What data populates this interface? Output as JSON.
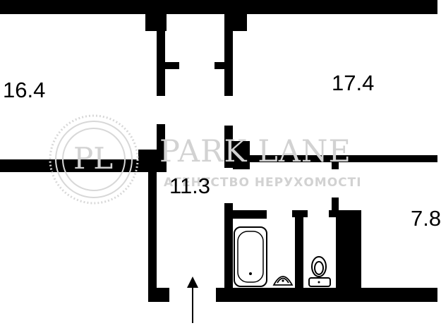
{
  "plan": {
    "rooms": [
      {
        "id": "room-left-top",
        "area": "16.4"
      },
      {
        "id": "room-right-top",
        "area": "17.4"
      },
      {
        "id": "hallway",
        "area": "11.3"
      },
      {
        "id": "room-right-bottom",
        "area": "7.8"
      }
    ],
    "watermark": {
      "logo_monogram": "PL",
      "brand": "PARK LANE",
      "tagline": "АГЕНТСТВО НЕРУХОМОСТІ"
    },
    "colors": {
      "wall": "#000000",
      "background": "#ffffff",
      "watermark": "#d2d2d2",
      "fixture_outline": "#000000"
    },
    "icons": [
      "entrance-arrow-icon",
      "bathtub-icon",
      "sink-icon",
      "toilet-icon"
    ]
  }
}
